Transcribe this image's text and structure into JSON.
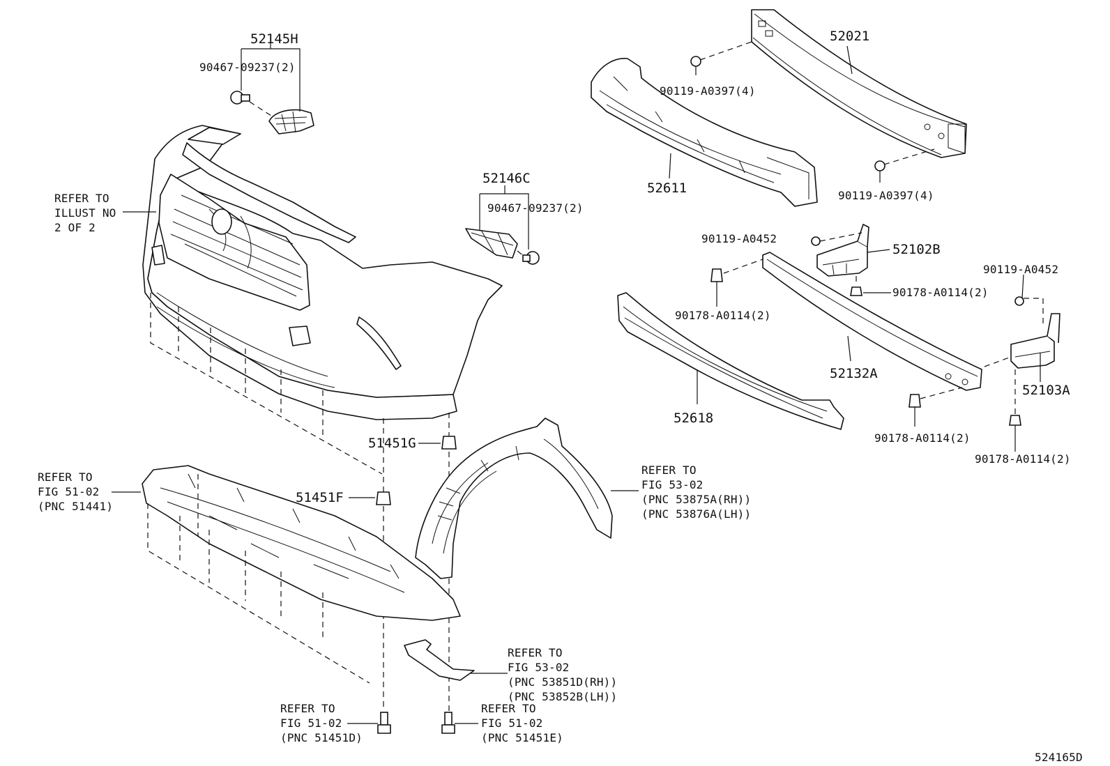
{
  "labels": {
    "p52145H": "52145H",
    "p90467_top": "90467-09237(2)",
    "refer_illust": [
      "REFER TO",
      "ILLUST NO",
      "2 OF 2"
    ],
    "p52146C": "52146C",
    "p90467_mid": "90467-09237(2)",
    "p52021": "52021",
    "p90119_a0397_top": "90119-A0397(4)",
    "p52611": "52611",
    "p90119_a0397_bot": "90119-A0397(4)",
    "p90119_a0452_left": "90119-A0452",
    "p52102B": "52102B",
    "p90119_a0452_right": "90119-A0452",
    "p90178_left": "90178-A0114(2)",
    "p90178_mid": "90178-A0114(2)",
    "p52132A": "52132A",
    "p52618": "52618",
    "p52103A": "52103A",
    "p90178_low": "90178-A0114(2)",
    "p90178_right": "90178-A0114(2)",
    "p51451G": "51451G",
    "p51451F": "51451F",
    "refer_51441": [
      "REFER TO",
      "FIG 51-02",
      "(PNC 51441)"
    ],
    "refer_53875": [
      "REFER TO",
      "FIG 53-02",
      "(PNC 53875A(RH))",
      "(PNC 53876A(LH))"
    ],
    "refer_53851": [
      "REFER TO",
      "FIG 53-02",
      "(PNC 53851D(RH))",
      "(PNC 53852B(LH))"
    ],
    "refer_51451D": [
      "REFER TO",
      "FIG 51-02",
      "(PNC 51451D)"
    ],
    "refer_51451E": [
      "REFER TO",
      "FIG 51-02",
      "(PNC 51451E)"
    ],
    "diagram_id": "524165D"
  }
}
